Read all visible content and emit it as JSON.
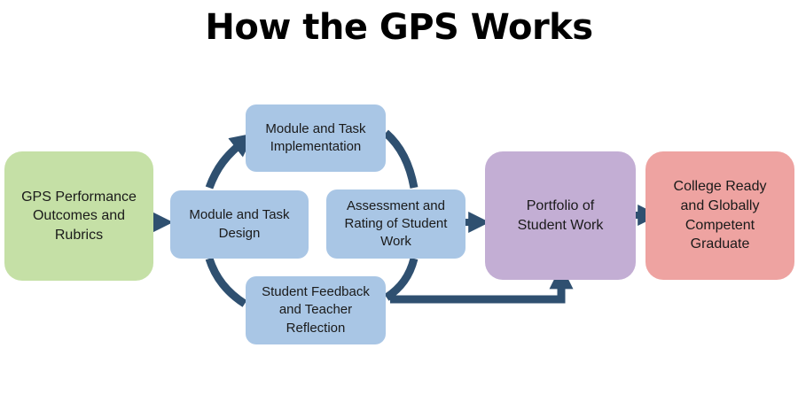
{
  "title": "How the GPS Works",
  "nodes": {
    "outcomes": "GPS Performance Outcomes and Rubrics",
    "design": "Module and Task Design",
    "implementation": "Module and Task Implementation",
    "assessment": "Assessment and Rating of Student Work",
    "feedback": "Student Feedback and Teacher Reflection",
    "portfolio": "Portfolio of Student Work",
    "graduate": "College Ready and Globally Competent Graduate"
  },
  "colors": {
    "arrow": "#2f5070",
    "blue_box": "#a9c6e5",
    "green_box": "#c5e0a6",
    "purple_box": "#c3aed4",
    "red_box": "#eea3a1"
  }
}
